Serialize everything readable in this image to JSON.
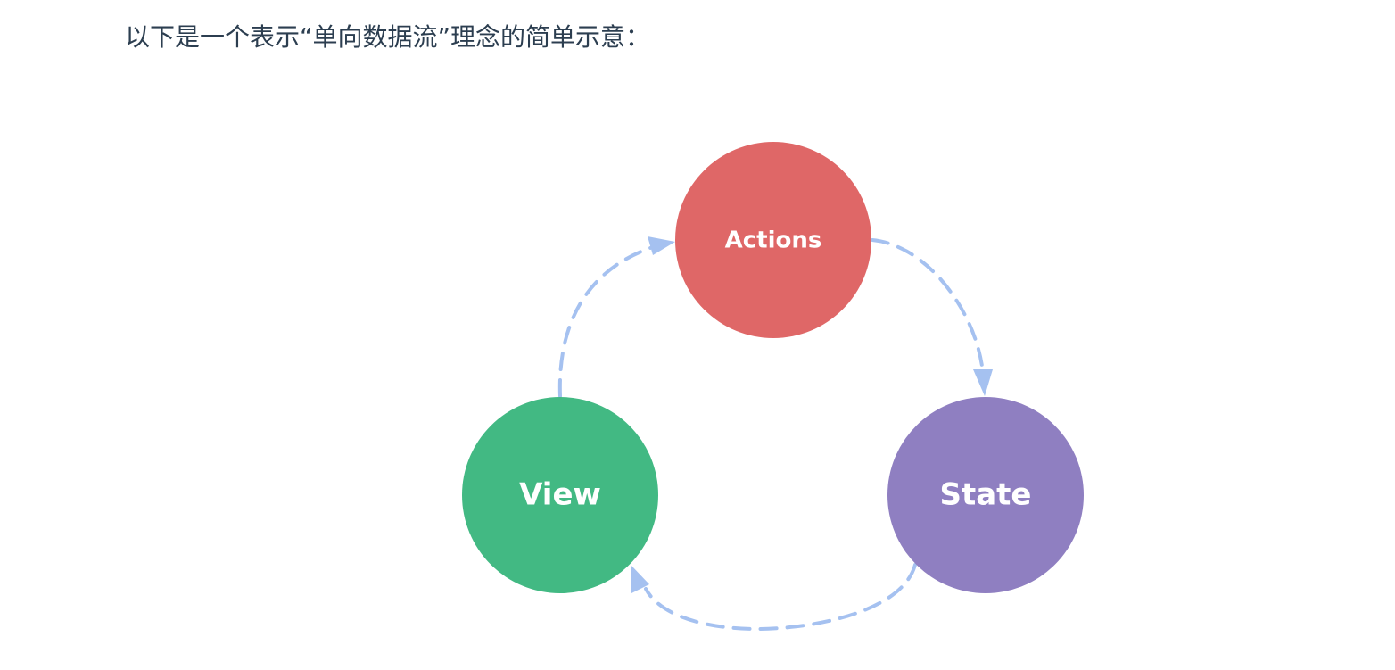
{
  "intro_text": "以下是一个表示“单向数据流”理念的简单示意：",
  "nodes": {
    "actions": {
      "label": "Actions",
      "color": "#df6767"
    },
    "state": {
      "label": "State",
      "color": "#8f7fc1"
    },
    "view": {
      "label": "View",
      "color": "#42b983"
    }
  },
  "arrow_color": "#a5c1f0",
  "flow_order": [
    "View",
    "Actions",
    "State",
    "View"
  ]
}
